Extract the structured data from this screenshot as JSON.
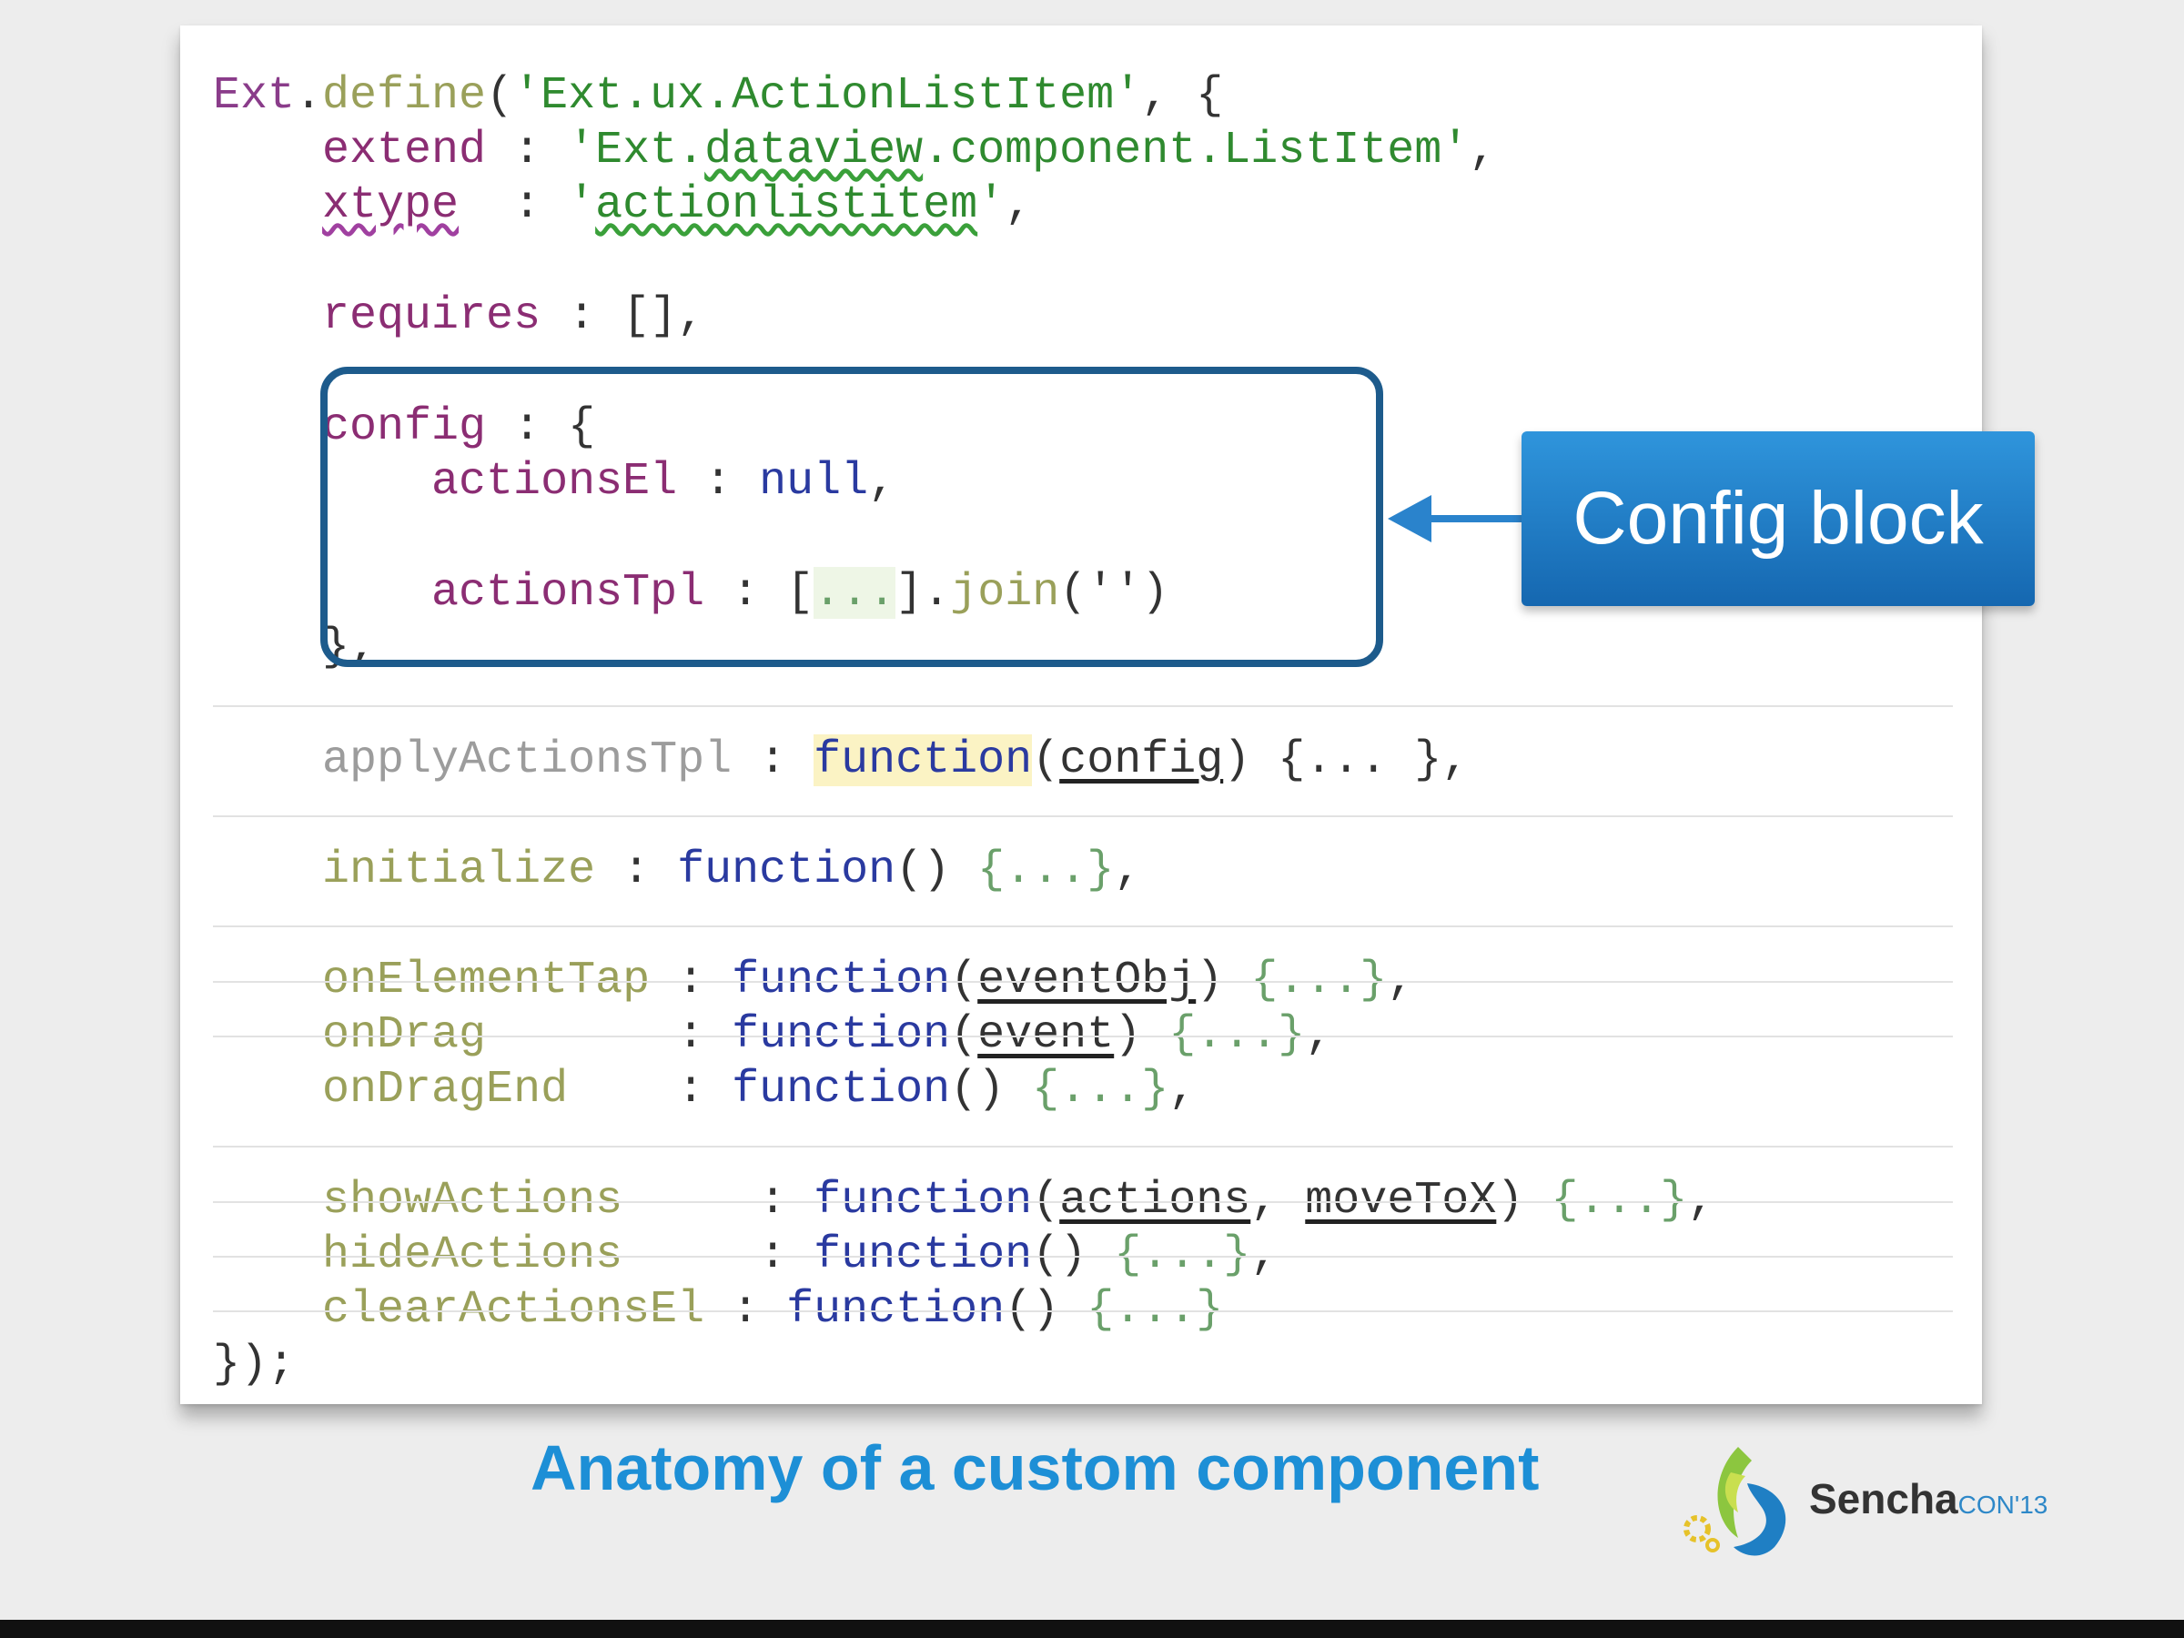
{
  "code": {
    "open": {
      "obj": "Ext",
      "dot": ".",
      "fn": "define",
      "paren": "(",
      "name": "'Ext.ux.ActionListItem'",
      "rest": ", {"
    },
    "extend": {
      "key": "extend",
      "sep": " : ",
      "q1": "'Ext.",
      "sq": "dataview",
      "q2": ".component.ListItem'",
      "end": ","
    },
    "xtype": {
      "key": "xtype",
      "sep": "  : ",
      "q1": "'",
      "sq": "actionlistitem",
      "q2": "'",
      "end": ","
    },
    "requires": {
      "key": "requires",
      "sep": " : ",
      "val": "[]",
      "end": ","
    },
    "config_open": {
      "key": "config",
      "sep": " : ",
      "brace": "{"
    },
    "actions_el": {
      "key": "actionsEl",
      "sep": " : ",
      "val": "null",
      "end": ","
    },
    "actions_tpl": {
      "key": "actionsTpl",
      "sep": " : ",
      "b1": "[",
      "ell": "...",
      "b2": "]",
      "dot": ".",
      "fn": "join",
      "args": "('')"
    },
    "config_close": {
      "text": "},"
    },
    "apply_actions_tpl": {
      "key": "applyActionsTpl",
      "sep": " : ",
      "kw": "function",
      "p1": "(",
      "arg": "config",
      "p2": ")",
      "body": " {... }",
      "end": ","
    },
    "initialize": {
      "key": "initialize",
      "sep": " : ",
      "kw": "function",
      "params": "()",
      "body": " {...}",
      "end": ","
    },
    "on_element_tap": {
      "key": "onElementTap",
      "sep": " : ",
      "kw": "function",
      "p1": "(",
      "arg": "eventObj",
      "p2": ")",
      "body": " {...}",
      "end": ","
    },
    "on_drag": {
      "key": "onDrag",
      "sep": "       : ",
      "kw": "function",
      "p1": "(",
      "arg": "event",
      "p2": ")",
      "body": " {...}",
      "end": ","
    },
    "on_drag_end": {
      "key": "onDragEnd",
      "sep": "    : ",
      "kw": "function",
      "params": "()",
      "body": " {...}",
      "end": ","
    },
    "show_actions": {
      "key": "showActions",
      "sep": "     : ",
      "kw": "function",
      "p1": "(",
      "arg1": "actions",
      "comma": ", ",
      "arg2": "moveToX",
      "p2": ")",
      "body": " {...}",
      "end": ","
    },
    "hide_actions": {
      "key": "hideActions",
      "sep": "     : ",
      "kw": "function",
      "params": "()",
      "body": " {...}",
      "end": ","
    },
    "clear_actions_el": {
      "key": "clearActionsEl",
      "sep": " : ",
      "kw": "function",
      "params": "()",
      "body": " {...}"
    },
    "close": {
      "text": "});"
    }
  },
  "callout": {
    "label": "Config block"
  },
  "slide": {
    "title": "Anatomy of a custom component"
  },
  "logo": {
    "word": "Sencha",
    "con": "CON",
    "year": "'13"
  },
  "colors": {
    "accent": "#1d8fd6",
    "box_border": "#1d5b8c",
    "callout_top": "#2f95dc",
    "callout_bottom": "#1567b0"
  }
}
